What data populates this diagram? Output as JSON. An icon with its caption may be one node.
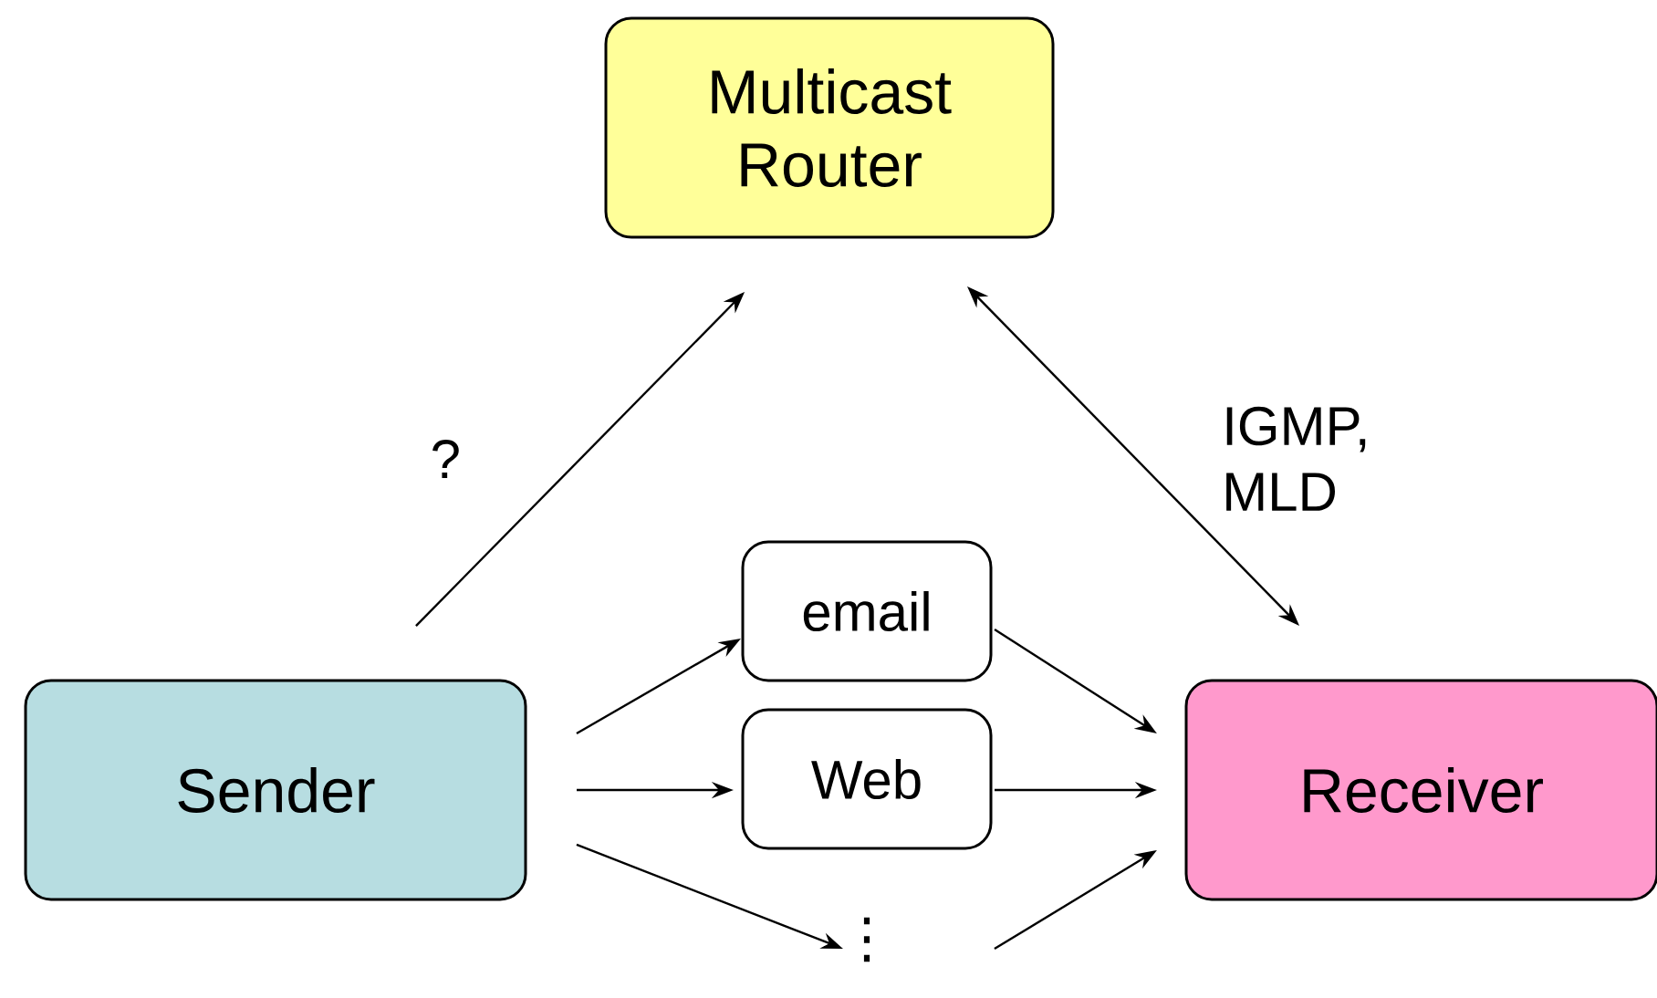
{
  "diagram": {
    "nodes": [
      {
        "text": [
          "Multicast Router"
        ]
      },
      {
        "text": [
          "Sender"
        ]
      },
      {
        "text": [
          "Receiver"
        ]
      },
      {
        "text": [
          "email"
        ]
      },
      {
        "text": [
          "Web"
        ]
      },
      {
        "text": [
          "⋮"
        ]
      }
    ],
    "edges": [
      {
        "from": 1,
        "to": 0,
        "arrow": "to",
        "label": "?"
      },
      {
        "from": 0,
        "to": 2,
        "arrow": "both",
        "label": "IGMP, MLD"
      },
      {
        "from": 1,
        "to": 3,
        "arrow": "to"
      },
      {
        "from": 1,
        "to": 4,
        "arrow": "to"
      },
      {
        "from": 1,
        "to": 5,
        "arrow": "to"
      },
      {
        "from": 3,
        "to": 2,
        "arrow": "to"
      },
      {
        "from": 4,
        "to": 2,
        "arrow": "to"
      },
      {
        "from": 5,
        "to": 2,
        "arrow": "to"
      }
    ]
  }
}
